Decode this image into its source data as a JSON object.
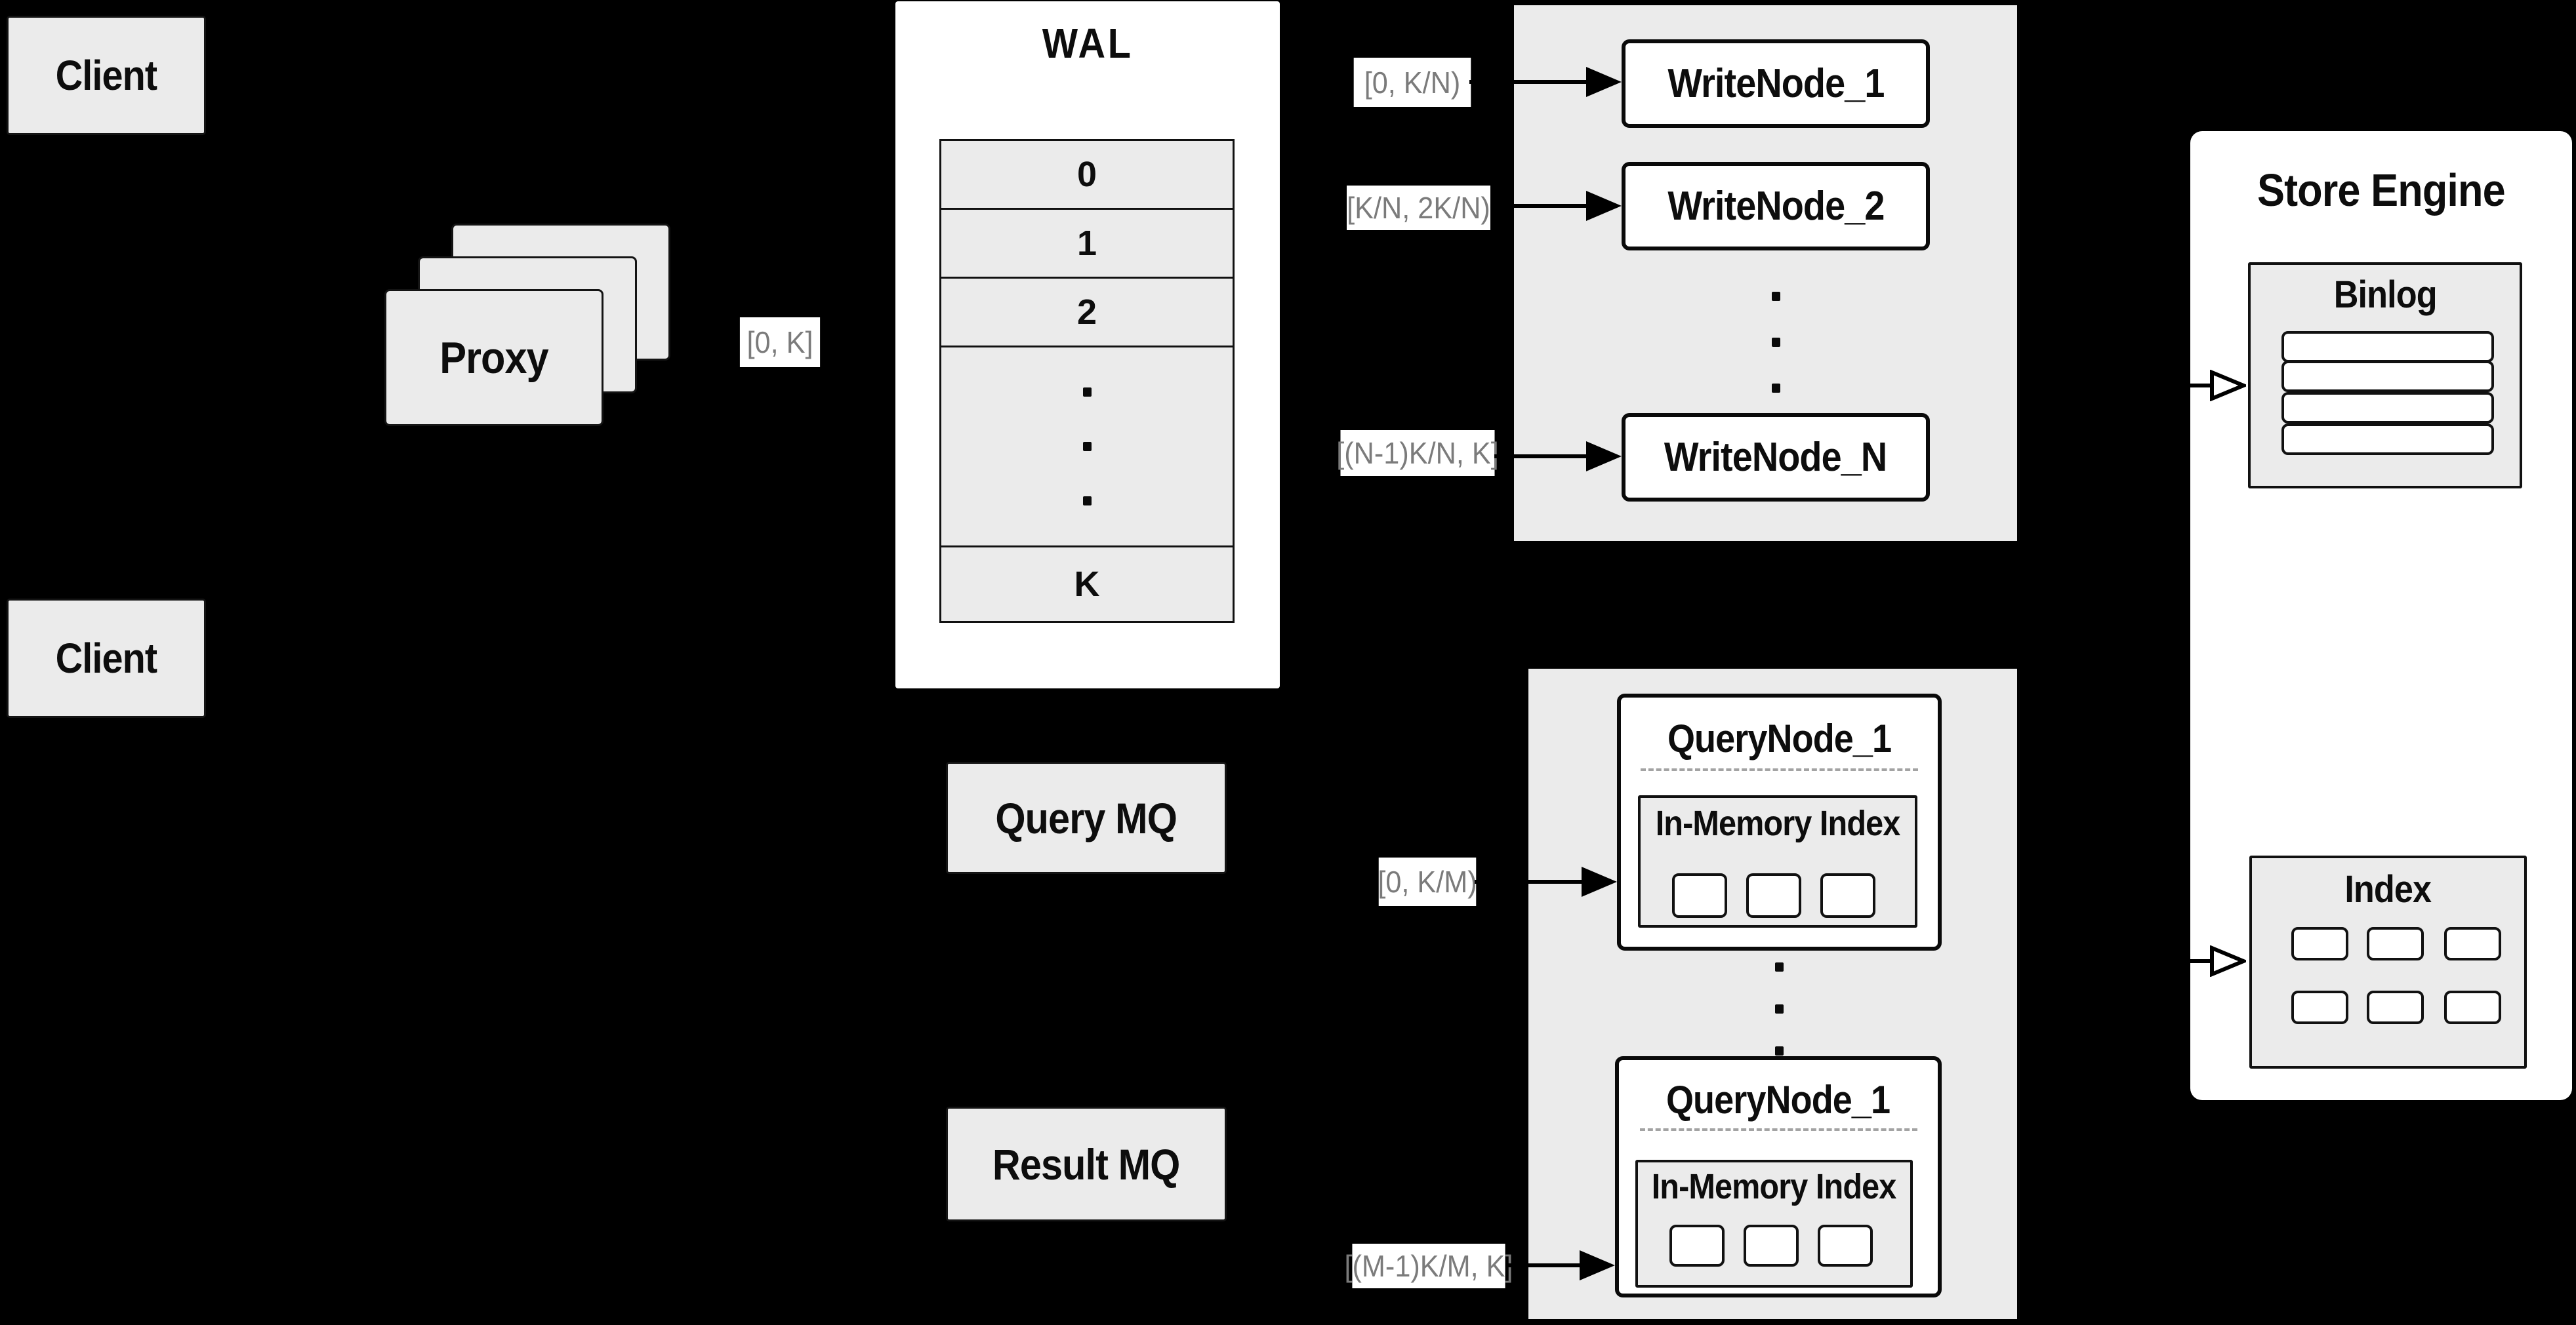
{
  "clients": {
    "top": "Client",
    "bottom": "Client"
  },
  "proxy": {
    "label": "Proxy"
  },
  "edge_labels": {
    "proxy_to_wal": "[0, K]",
    "wal_to_write_1": "[0, K/N)",
    "wal_to_write_2": "[K/N, 2K/N)",
    "wal_to_write_n": "[(N-1)K/N, K]",
    "query_mq_to_node": "[0, K/M)",
    "result_mq_to_node": "[(M-1)K/M, K]"
  },
  "wal": {
    "title": "WAL",
    "segments": [
      "0",
      "1",
      "2"
    ],
    "last_segment": "K"
  },
  "write_nodes": [
    "WriteNode_1",
    "WriteNode_2",
    "WriteNode_N"
  ],
  "mq": {
    "query": "Query MQ",
    "result": "Result MQ"
  },
  "query_nodes": {
    "top": {
      "title": "QueryNode_1",
      "index_title": "In-Memory Index"
    },
    "bottom": {
      "title": "QueryNode_1",
      "index_title": "In-Memory Index"
    }
  },
  "store_engine": {
    "title": "Store Engine",
    "binlog_title": "Binlog",
    "index_title": "Index"
  },
  "colors": {
    "background": "#000000",
    "panel_gray": "#ebebeb",
    "node_white": "#ffffff",
    "border_black": "#0a0a0a",
    "muted_label_text": "#7b7b7b",
    "dashed_divider": "#a3a3a3"
  }
}
